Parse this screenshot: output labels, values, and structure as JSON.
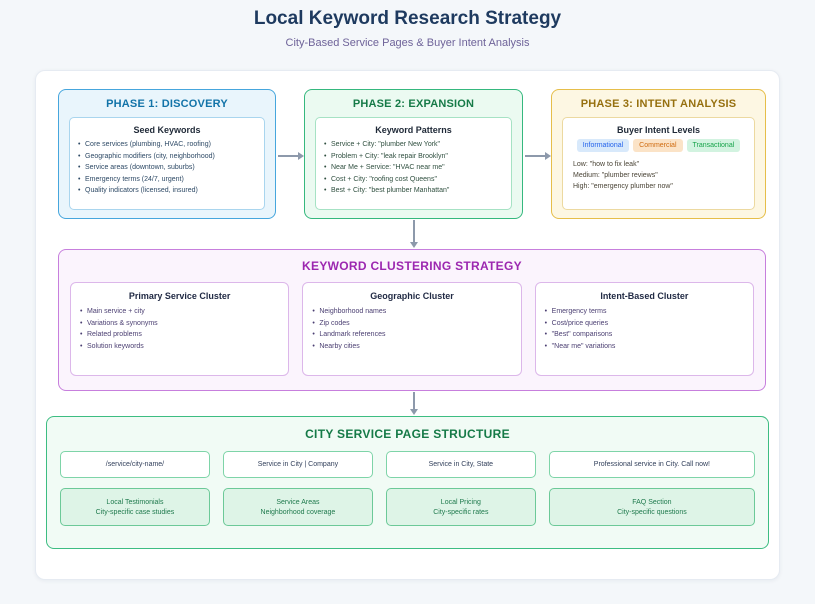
{
  "header": {
    "title": "Local Keyword Research Strategy",
    "subtitle": "City-Based Service Pages & Buyer Intent Analysis"
  },
  "phases": [
    {
      "label": "PHASE 1: DISCOVERY",
      "card_title": "Seed Keywords",
      "items": [
        "Core services (plumbing, HVAC, roofing)",
        "Geographic modifiers (city, neighborhood)",
        "Service areas (downtown, suburbs)",
        "Emergency terms (24/7, urgent)",
        "Quality indicators (licensed, insured)"
      ]
    },
    {
      "label": "PHASE 2: EXPANSION",
      "card_title": "Keyword Patterns",
      "items": [
        "Service + City: \"plumber New York\"",
        "Problem + City: \"leak repair Brooklyn\"",
        "Near Me + Service: \"HVAC near me\"",
        "Cost + City: \"roofing cost Queens\"",
        "Best + City: \"best plumber Manhattan\""
      ]
    },
    {
      "label": "PHASE 3: INTENT ANALYSIS",
      "card_title": "Buyer Intent Levels",
      "badges": [
        {
          "label": "Informational",
          "bg": "#d8e9fb",
          "text_color": "#2563eb"
        },
        {
          "label": "Commercial",
          "bg": "#fbe3c7",
          "text_color": "#cf6b10"
        },
        {
          "label": "Transactional",
          "bg": "#d2f3e0",
          "text_color": "#16a34a"
        }
      ],
      "levels": [
        "Low: \"how to fix leak\"",
        "Medium: \"plumber reviews\"",
        "High: \"emergency plumber now\""
      ]
    }
  ],
  "clustering": {
    "title": "KEYWORD CLUSTERING STRATEGY",
    "clusters": [
      {
        "title": "Primary Service Cluster",
        "items": [
          "Main service + city",
          "Variations & synonyms",
          "Related problems",
          "Solution keywords"
        ]
      },
      {
        "title": "Geographic Cluster",
        "items": [
          "Neighborhood names",
          "Zip codes",
          "Landmark references",
          "Nearby cities"
        ]
      },
      {
        "title": "Intent-Based Cluster",
        "items": [
          "Emergency terms",
          "Cost/price queries",
          "\"Best\" comparisons",
          "\"Near me\" variations"
        ]
      }
    ]
  },
  "page_structure": {
    "title": "CITY SERVICE PAGE STRUCTURE",
    "top_row": [
      "/service/city-name/",
      "Service in City | Company",
      "Service in City, State",
      "Professional service in City. Call now!"
    ],
    "bottom_row": [
      {
        "line1": "Local Testimonials",
        "line2": "City-specific case studies"
      },
      {
        "line1": "Service Areas",
        "line2": "Neighborhood coverage"
      },
      {
        "line1": "Local Pricing",
        "line2": "City-specific rates"
      },
      {
        "line1": "FAQ Section",
        "line2": "City-specific questions"
      }
    ]
  },
  "colors": {
    "phase1_accent": "#1273a8",
    "phase2_accent": "#157a47",
    "phase3_accent": "#96700f",
    "clustering_accent": "#9c27b0",
    "page_structure_accent": "#157a47",
    "arrow": "#8d99ab",
    "title": "#1e3a5f",
    "subtitle": "#6e6399"
  }
}
